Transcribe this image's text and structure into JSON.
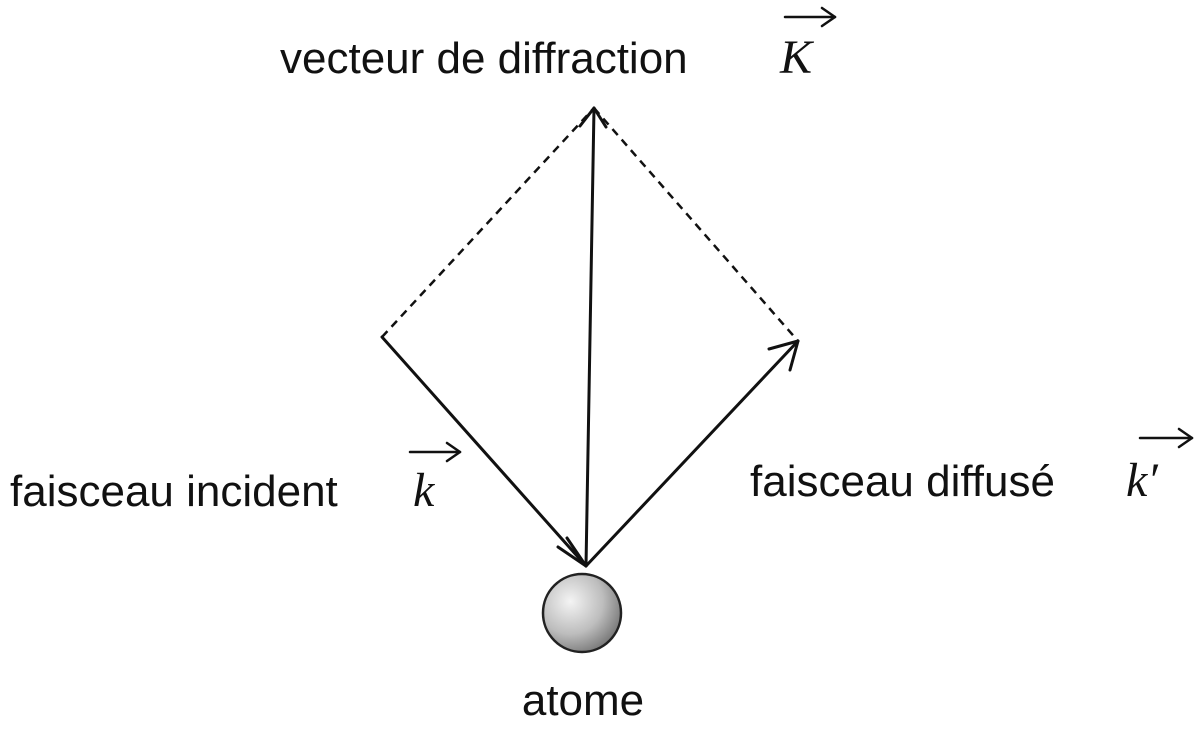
{
  "diagram": {
    "labels": {
      "diffraction_text": "vecteur de diffraction",
      "diffraction_symbol": "K",
      "incident_text": "faisceau incident",
      "incident_symbol": "k",
      "scattered_text": "faisceau diffusé",
      "scattered_symbol": "k′",
      "atom": "atome"
    }
  }
}
